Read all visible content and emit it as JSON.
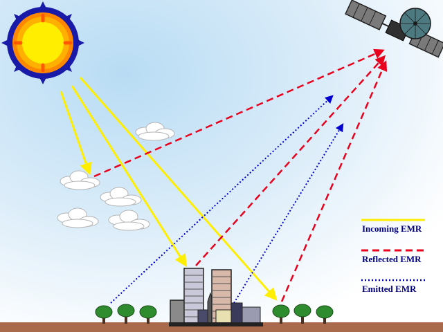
{
  "legend": {
    "incoming": {
      "label": "Incoming EMR",
      "color": "#ffff00"
    },
    "reflected": {
      "label": "Reflected EMR",
      "color": "#e8001c"
    },
    "emitted": {
      "label": "Emitted EMR",
      "color": "#0000d0"
    }
  },
  "colors": {
    "sky": "#cfe8f8",
    "ground": "#a86a4a",
    "sun_core": "#ffee00",
    "sun_ring": "#ff8800",
    "sun_rays": "#1a1aa8",
    "tree": "#2e8b2e"
  }
}
